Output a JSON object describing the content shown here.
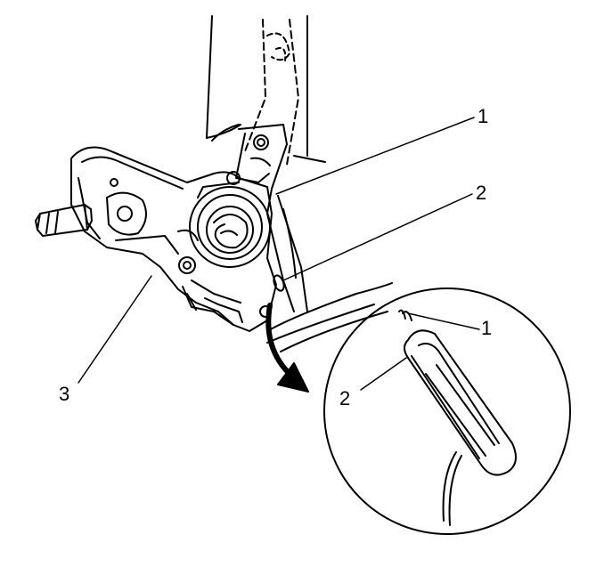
{
  "diagram": {
    "callouts": {
      "main_1": "1",
      "main_2": "2",
      "main_3": "3",
      "detail_1": "1",
      "detail_2": "2"
    },
    "colors": {
      "line": "#000000",
      "background": "#ffffff",
      "arrow": "#000000"
    },
    "icons": {
      "detail_arrow": "curved-arrow-icon"
    }
  }
}
